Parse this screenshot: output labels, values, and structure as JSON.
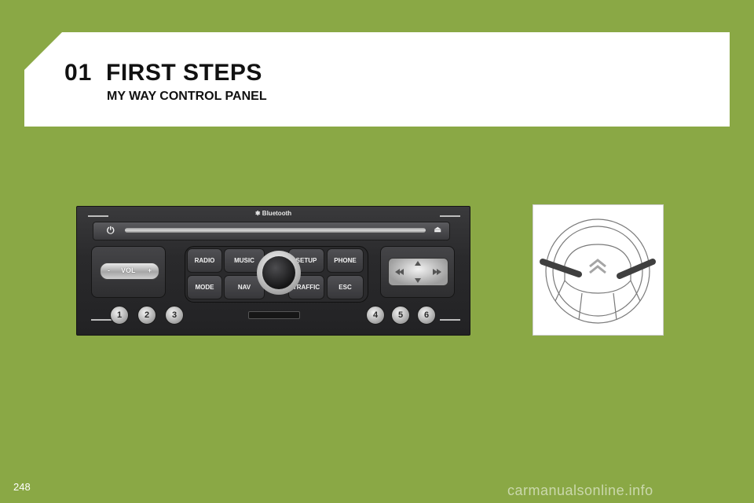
{
  "header": {
    "chapter_number": "01",
    "chapter_title": "FIRST STEPS",
    "subtitle": "MY WAY CONTROL PANEL"
  },
  "radio_panel": {
    "bluetooth_label": "✱ Bluetooth",
    "volume": {
      "minus": "-",
      "label": "VOL",
      "plus": "+"
    },
    "keys": {
      "radio": "RADIO",
      "music": "MUSIC",
      "setup": "SETUP",
      "phone": "PHONE",
      "mode": "MODE",
      "nav": "NAV",
      "traffic": "TRAFFIC",
      "esc": "ESC"
    },
    "preset_buttons": [
      "1",
      "2",
      "3",
      "4",
      "5",
      "6"
    ],
    "icons": {
      "power": "power-icon",
      "eject": "eject-icon",
      "nav_pad": "directional-pad-icon"
    }
  },
  "steering_wheel": {
    "icon": "steering-wheel-controls-icon"
  },
  "footer": {
    "page_number": "248",
    "watermark": "carmanualsonline.info"
  },
  "colors": {
    "page_background": "#8aa845",
    "banner": "#ffffff",
    "panel": "#2a2a2c"
  }
}
